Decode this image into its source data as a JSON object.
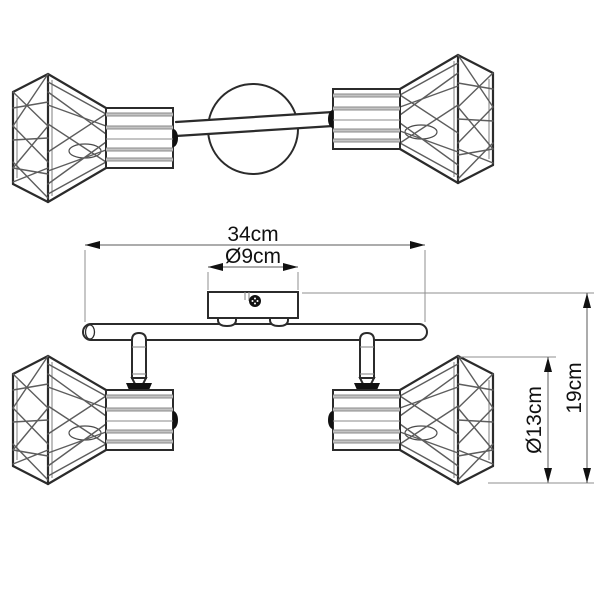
{
  "drawing": {
    "background_color": "#ffffff",
    "line_color": "#2b2b2b",
    "dimension_line_color": "#5a5a5a",
    "text_color": "#111111",
    "dimensions": {
      "overall_width": "34cm",
      "canopy_diameter": "Ø9cm",
      "shade_diameter": "Ø13cm",
      "overall_height": "19cm"
    }
  }
}
